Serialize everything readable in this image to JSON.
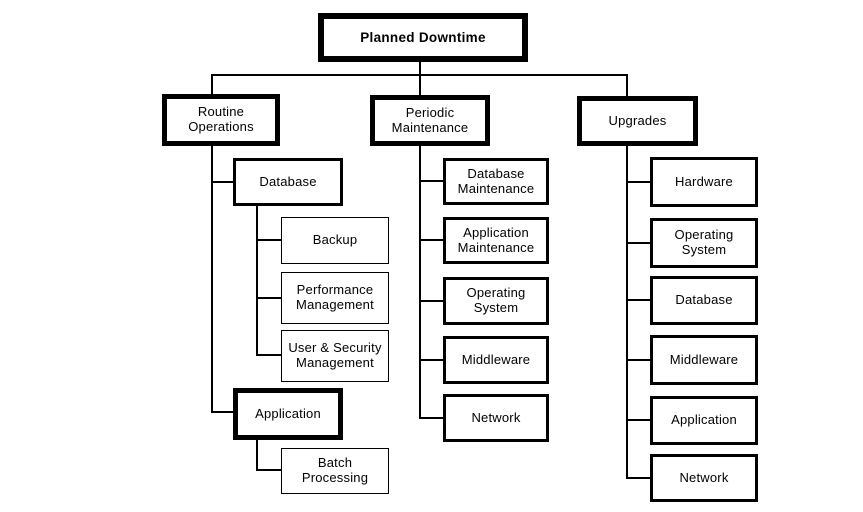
{
  "diagram": {
    "background_color": "#ffffff",
    "line_color": "#000000",
    "root": {
      "label": "Planned Downtime"
    },
    "branches": [
      {
        "node": {
          "label": "Routine\nOperations"
        },
        "children": [
          {
            "node": {
              "label": "Database"
            },
            "children": [
              {
                "node": {
                  "label": "Backup"
                }
              },
              {
                "node": {
                  "label": "Performance\nManagement"
                }
              },
              {
                "node": {
                  "label": "User & Security\nManagement"
                }
              }
            ]
          },
          {
            "node": {
              "label": "Application"
            },
            "children": [
              {
                "node": {
                  "label": "Batch\nProcessing"
                }
              }
            ]
          }
        ]
      },
      {
        "node": {
          "label": "Periodic\nMaintenance"
        },
        "children": [
          {
            "node": {
              "label": "Database\nMaintenance"
            }
          },
          {
            "node": {
              "label": "Application\nMaintenance"
            }
          },
          {
            "node": {
              "label": "Operating\nSystem"
            }
          },
          {
            "node": {
              "label": "Middleware"
            }
          },
          {
            "node": {
              "label": "Network"
            }
          }
        ]
      },
      {
        "node": {
          "label": "Upgrades"
        },
        "children": [
          {
            "node": {
              "label": "Hardware"
            }
          },
          {
            "node": {
              "label": "Operating\nSystem"
            }
          },
          {
            "node": {
              "label": "Database"
            }
          },
          {
            "node": {
              "label": "Middleware"
            }
          },
          {
            "node": {
              "label": "Application"
            }
          },
          {
            "node": {
              "label": "Network"
            }
          }
        ]
      }
    ]
  }
}
